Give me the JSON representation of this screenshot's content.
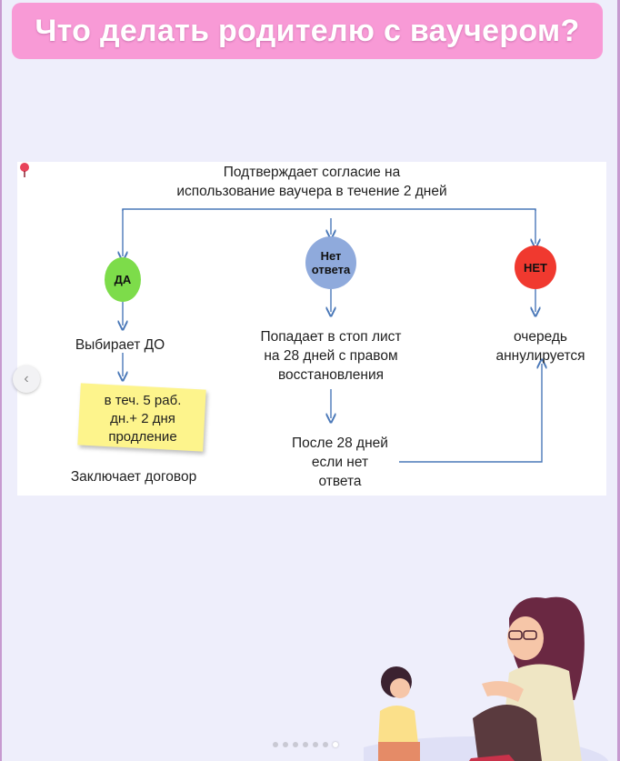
{
  "title": "Что делать родителю с ваучером?",
  "diagram": {
    "top_text_1": "Подтверждает согласие на",
    "top_text_2": "использование ваучера в течение 2 дней",
    "node_yes": "ДА",
    "node_noanswer_1": "Нет",
    "node_noanswer_2": "ответа",
    "node_no": "НЕТ",
    "left_choose": "Выбирает ДО",
    "sticky_1": "в теч. 5 раб.",
    "sticky_2": "дн.+ 2 дня",
    "sticky_3": "продление",
    "left_contract": "Заключает договор",
    "mid_1": "Попадает в стоп лист",
    "mid_2": "на 28 дней с правом",
    "mid_3": "восстановления",
    "mid_after_1": "После 28 дней",
    "mid_after_2": "если нет",
    "mid_after_3": "ответа",
    "right_1": "очередь",
    "right_2": "аннулируется"
  },
  "colors": {
    "title_bg": "#f89ad6",
    "node_yes": "#7ddc4a",
    "node_noanswer": "#8faadc",
    "node_no": "#f0392f",
    "connector": "#4a78b8",
    "sticky": "#fdf48c"
  },
  "carousel": {
    "dots_total": 7,
    "active_index": 6
  }
}
